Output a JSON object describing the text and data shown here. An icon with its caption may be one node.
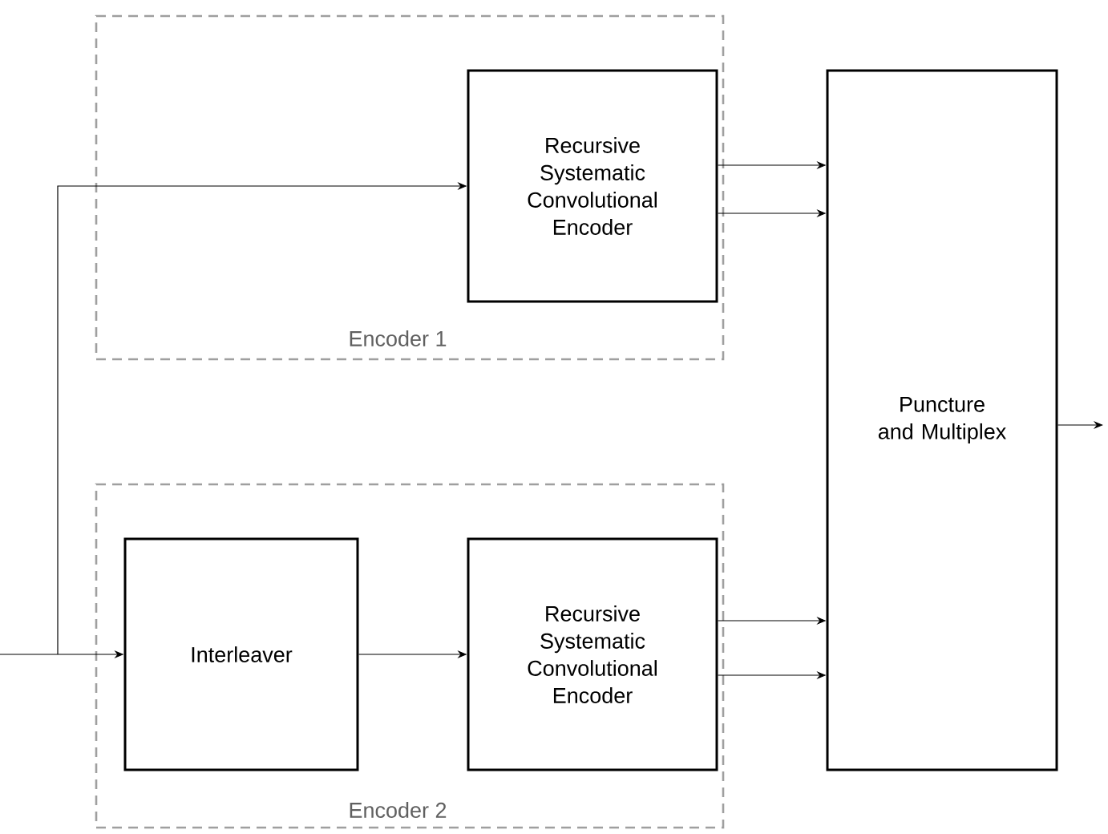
{
  "diagram": {
    "nodes": [
      {
        "text": [
          "Encoder 1"
        ]
      },
      {
        "text": [
          "Recursive Systematic Convolutional Encoder"
        ],
        "in": 0
      },
      {
        "text": [
          "Encoder 2"
        ]
      },
      {
        "text": [
          "Interleaver"
        ],
        "in": 2
      },
      {
        "text": [
          "Recursive Systematic Convolutional Encoder"
        ],
        "in": 2
      },
      {
        "text": [
          "Puncture and Multiplex"
        ]
      }
    ],
    "edges": [
      {
        "from": null,
        "to": 3,
        "arrow": "to"
      },
      {
        "from": null,
        "to": 1,
        "arrow": "to"
      },
      {
        "from": 3,
        "to": 4,
        "arrow": "to"
      },
      {
        "from": 1,
        "to": 5,
        "arrow": "to"
      },
      {
        "from": 1,
        "to": 5,
        "arrow": "to"
      },
      {
        "from": 4,
        "to": 5,
        "arrow": "to"
      },
      {
        "from": 4,
        "to": 5,
        "arrow": "to"
      },
      {
        "from": 5,
        "to": null,
        "arrow": "to"
      }
    ]
  }
}
